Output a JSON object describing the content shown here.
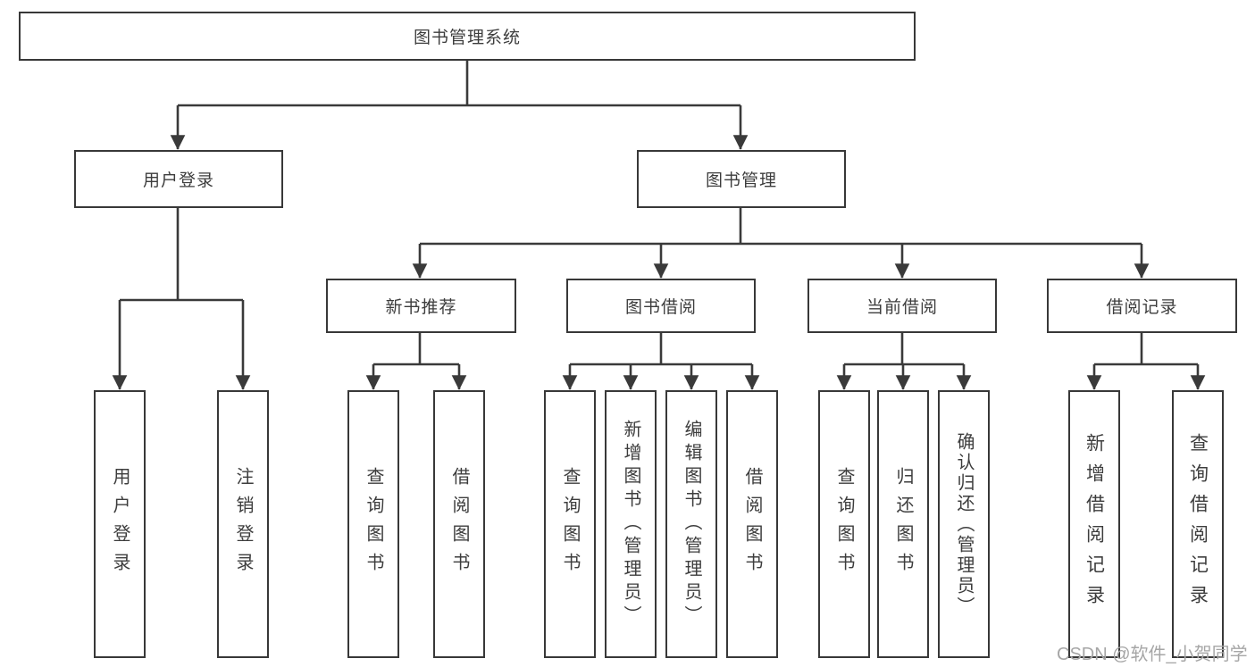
{
  "diagram": {
    "nodes": {
      "root": {
        "label": "图书管理系统"
      },
      "user_login": {
        "label": "用户登录"
      },
      "book_management": {
        "label": "图书管理"
      },
      "new_book_recommend": {
        "label": "新书推荐"
      },
      "book_borrowing": {
        "label": "图书借阅"
      },
      "current_borrowing": {
        "label": "当前借阅"
      },
      "borrowing_records": {
        "label": "借阅记录"
      },
      "leaf_user_login": {
        "label": "用户登录"
      },
      "leaf_logout": {
        "label": "注销登录"
      },
      "leaf_query_books_rec": {
        "label": "查询图书"
      },
      "leaf_borrow_books_rec": {
        "label": "借阅图书"
      },
      "leaf_query_books_borrow": {
        "label": "查询图书"
      },
      "leaf_add_books_admin": {
        "label": "新增图书（管理员）"
      },
      "leaf_edit_books_admin": {
        "label": "编辑图书（管理员）"
      },
      "leaf_borrow_books_borrow": {
        "label": "借阅图书"
      },
      "leaf_query_books_current": {
        "label": "查询图书"
      },
      "leaf_return_books": {
        "label": "归还图书"
      },
      "leaf_confirm_return_admin": {
        "label": "确认归还（管理员）"
      },
      "leaf_add_borrow_record": {
        "label": "新增借阅记录"
      },
      "leaf_query_borrow_record": {
        "label": "查询借阅记录"
      }
    },
    "hierarchy": {
      "图书管理系统": {
        "用户登录": [
          "用户登录",
          "注销登录"
        ],
        "图书管理": {
          "新书推荐": [
            "查询图书",
            "借阅图书"
          ],
          "图书借阅": [
            "查询图书",
            "新增图书（管理员）",
            "编辑图书（管理员）",
            "借阅图书"
          ],
          "当前借阅": [
            "查询图书",
            "归还图书",
            "确认归还（管理员）"
          ],
          "借阅记录": [
            "新增借阅记录",
            "查询借阅记录"
          ]
        }
      }
    },
    "watermark": {
      "text": "CSDN @软件_小贺同学"
    },
    "colors": {
      "line": "#3a3a3a",
      "box_border": "#383838",
      "text": "#3d3d3d",
      "watermark": "#a6a6a6",
      "background": "#ffffff"
    }
  }
}
